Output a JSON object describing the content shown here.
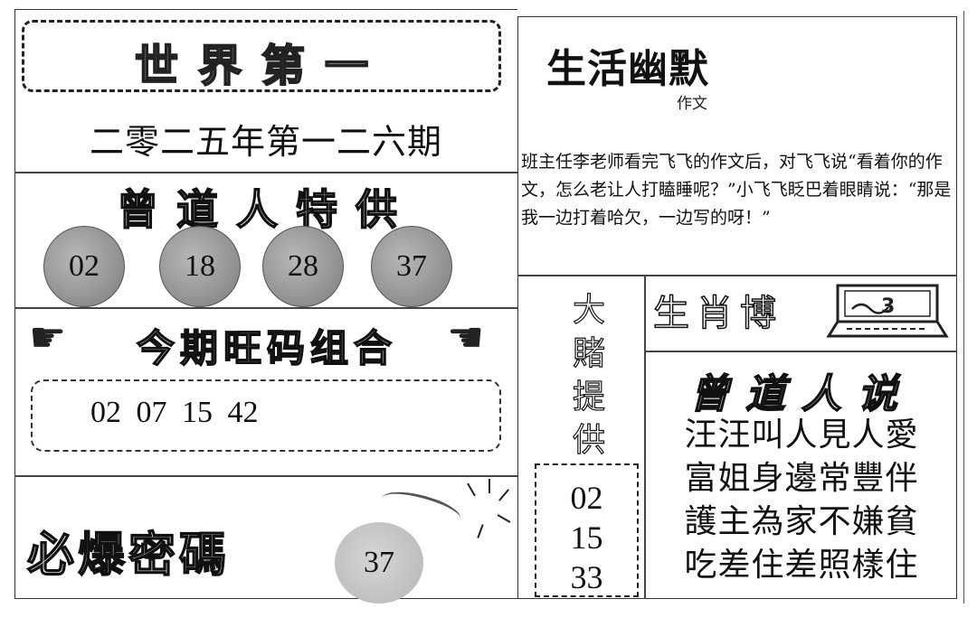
{
  "header": {
    "title": "世界第一",
    "issue": "二零二五年第一二六期"
  },
  "special_picks": {
    "title": "曾道人特供",
    "numbers": [
      "02",
      "18",
      "28",
      "37"
    ],
    "ball_color": "#9a9a9a"
  },
  "combo": {
    "title": "今期旺码组合",
    "left_icon": "pointing-hand-right-icon",
    "right_icon": "pointing-hand-left-icon",
    "numbers": "02 07 15 42"
  },
  "secret_code": {
    "title": "必爆密碼",
    "icon": "bomb-icon",
    "number": "37"
  },
  "humor": {
    "title": "生活幽默",
    "subtitle": "作文",
    "body": "班主任李老师看完飞飞的作文后，对飞飞说“看着你的作文，怎么老让人打瞌睡呢？”小飞飞眨巴着眼睛说：“那是我一边打着哈欠，一边写的呀！”"
  },
  "big_bet": {
    "title_chars": [
      "大",
      "賭",
      "提",
      "供"
    ],
    "numbers": [
      "02",
      "15",
      "33"
    ]
  },
  "zodiac": {
    "title": "生肖博",
    "icon": "computer-icon"
  },
  "poem": {
    "title": "曾道人说",
    "lines": [
      "汪汪叫人見人愛",
      "富姐身邊常豐伴",
      "護主為家不嫌貧",
      "吃差住差照樣住"
    ]
  }
}
